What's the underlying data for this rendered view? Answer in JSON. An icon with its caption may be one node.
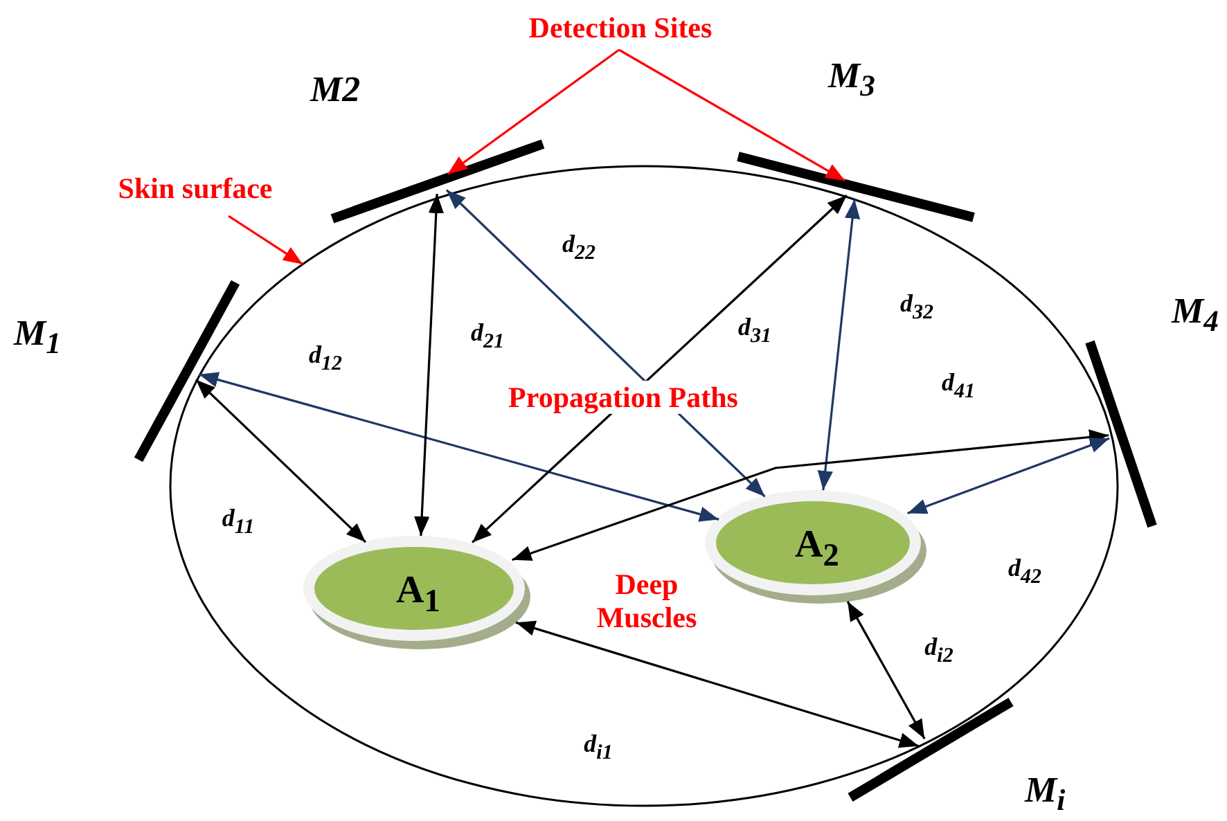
{
  "diagram": {
    "nodes": [
      {
        "text": [
          "Detection Sites"
        ]
      },
      {
        "text": [],
        "shape": "bar",
        "beside": [
          "M2"
        ]
      },
      {
        "text": [],
        "shape": "bar",
        "beside": [
          "M$_{3}$"
        ]
      },
      {
        "text": [
          "Skin surface"
        ]
      },
      {
        "text": [],
        "shape": "bar",
        "beside": [
          "M$_{1}$"
        ]
      },
      {
        "text": [],
        "shape": "bar",
        "beside": [
          "M$_{4}$"
        ]
      },
      {
        "text": [],
        "shape": "ellipse"
      },
      {
        "text": [
          "A$_{1}$"
        ],
        "in": 6
      },
      {
        "text": [
          "A$_{2}$"
        ],
        "in": 6
      },
      {
        "text": [],
        "shape": "bar",
        "beside": [
          "M$_{i}$"
        ]
      }
    ],
    "edges": [
      {
        "from": 0,
        "to": 1,
        "arrow": "to",
        "color": "#ff0000"
      },
      {
        "from": 0,
        "to": 2,
        "arrow": "to",
        "color": "#ff0000"
      },
      {
        "from": 3,
        "to": 6,
        "arrow": "to",
        "color": "#ff0000"
      },
      {
        "from": 4,
        "to": 7,
        "arrow": "both",
        "label": "d$_{11}$"
      },
      {
        "from": 4,
        "to": 8,
        "arrow": "both",
        "label": "d$_{12}$",
        "color": "#1f3864"
      },
      {
        "from": 1,
        "to": 7,
        "arrow": "both",
        "label": "d$_{21}$"
      },
      {
        "from": 1,
        "to": 8,
        "arrow": "both",
        "label": "d$_{22}$",
        "color": "#1f3864"
      },
      {
        "from": 2,
        "to": 7,
        "arrow": "both",
        "label": "d$_{31}$"
      },
      {
        "from": 2,
        "to": 8,
        "arrow": "both",
        "label": "d$_{32}$",
        "color": "#1f3864"
      },
      {
        "from": 5,
        "to": 7,
        "arrow": "both",
        "label": "d$_{41}$"
      },
      {
        "from": 5,
        "to": 8,
        "arrow": "both",
        "label": "d$_{42}$",
        "color": "#1f3864"
      },
      {
        "from": 9,
        "to": 7,
        "arrow": "both",
        "label": "d$_{i1}$"
      },
      {
        "from": 9,
        "to": 8,
        "arrow": "both",
        "label": "d$_{i2}$"
      }
    ],
    "labels": [
      "Propagation Paths",
      "Deep Muscles"
    ]
  }
}
